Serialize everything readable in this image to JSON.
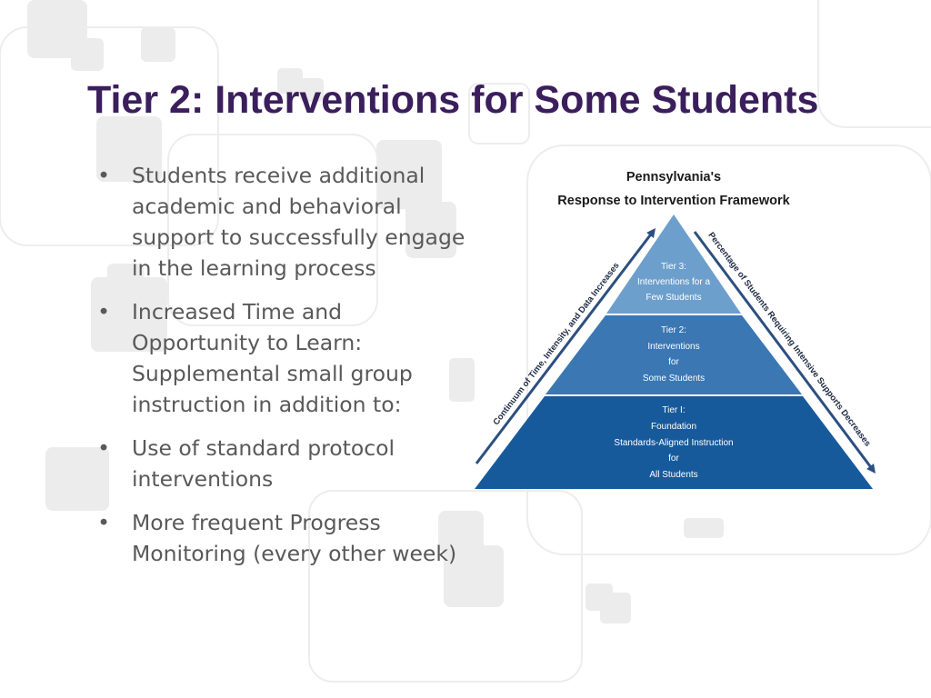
{
  "slide": {
    "title": "Tier 2: Interventions for Some Students",
    "bullet_marker": "•",
    "bullets": [
      "Students receive additional academic and behavioral support to successfully engage in the learning process",
      "Increased Time and Opportunity to Learn: Supplemental small group instruction in addition to:",
      "Use of standard protocol interventions",
      "More frequent Progress Monitoring (every other week)"
    ]
  },
  "figure": {
    "title_line1": "Pennsylvania's",
    "title_line2": "Response to Intervention Framework",
    "left_arrow_label": "Continuum of Time, Intensity, and Data Increases",
    "right_arrow_label": "Percentage of Students Requiring Intensive Supports Decreases",
    "tiers": [
      {
        "name": "tier-3",
        "lines": [
          "Tier 3:",
          "Interventions for a",
          "Few Students"
        ],
        "color": "#6d9fcc"
      },
      {
        "name": "tier-2",
        "lines": [
          "Tier 2:",
          "Interventions",
          "for",
          "Some Students"
        ],
        "color": "#3a77b3"
      },
      {
        "name": "tier-1",
        "lines": [
          "Tier I:",
          "Foundation",
          "Standards-Aligned Instruction",
          "for",
          "All Students"
        ],
        "color": "#175a9c"
      }
    ]
  },
  "colors": {
    "title": "#3b1e5c",
    "body_text": "#595959",
    "arrow": "#2c4f80",
    "decor_squares": "#ececec"
  }
}
